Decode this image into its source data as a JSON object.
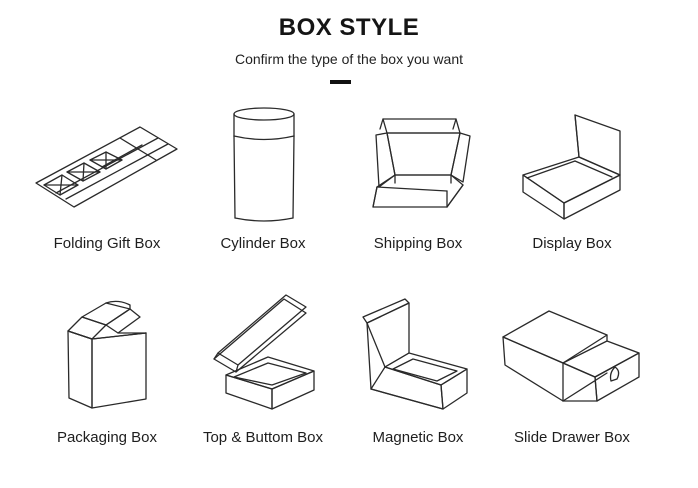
{
  "header": {
    "title": "BOX STYLE",
    "subtitle": "Confirm the type of the box you want"
  },
  "boxes": [
    {
      "label": "Folding Gift Box",
      "icon": "folding-gift-box-icon"
    },
    {
      "label": "Cylinder Box",
      "icon": "cylinder-box-icon"
    },
    {
      "label": "Shipping Box",
      "icon": "shipping-box-icon"
    },
    {
      "label": "Display Box",
      "icon": "display-box-icon"
    },
    {
      "label": "Packaging Box",
      "icon": "packaging-box-icon"
    },
    {
      "label": "Top & Buttom Box",
      "icon": "top-bottom-box-icon"
    },
    {
      "label": "Magnetic Box",
      "icon": "magnetic-box-icon"
    },
    {
      "label": "Slide Drawer Box",
      "icon": "slide-drawer-box-icon"
    }
  ]
}
